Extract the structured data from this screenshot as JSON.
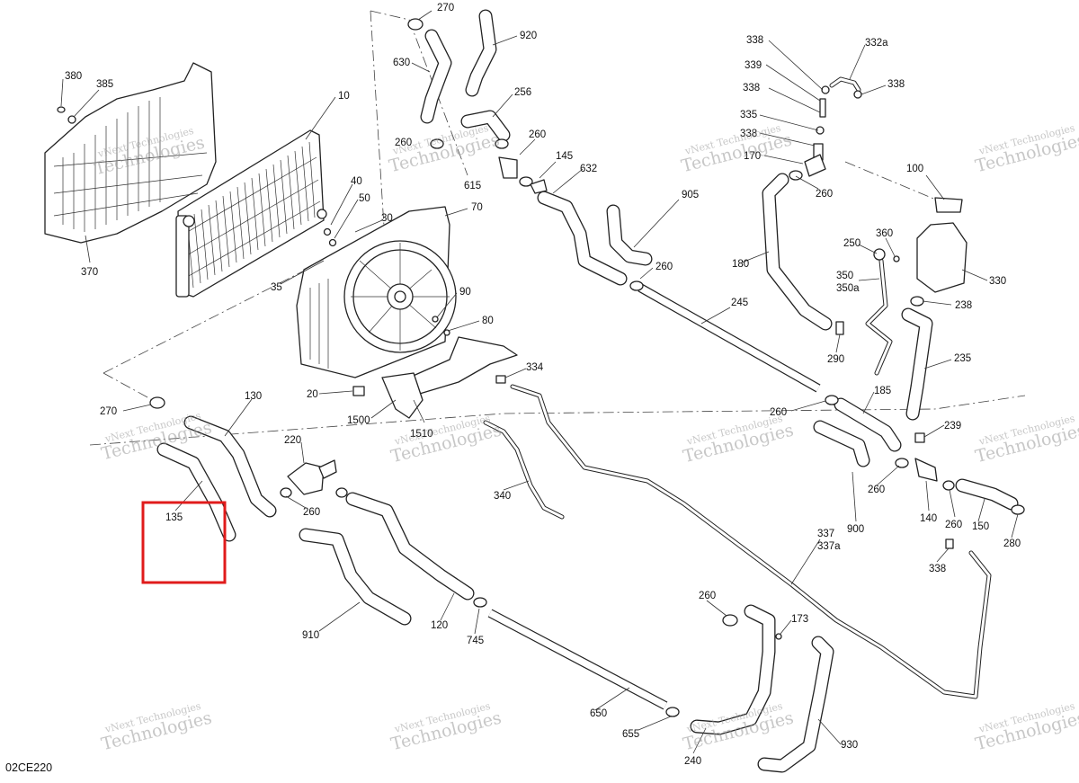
{
  "diagram_code": "02CE220",
  "watermark": {
    "line1": "vNext Technologies",
    "line2": "Technologies"
  },
  "highlight": {
    "part": "135",
    "color": "#e01b1b"
  },
  "callouts": [
    "270",
    "920",
    "630",
    "256",
    "260",
    "615",
    "260",
    "145",
    "632",
    "905",
    "260",
    "245",
    "10",
    "380",
    "385",
    "370",
    "40",
    "50",
    "30",
    "70",
    "35",
    "90",
    "80",
    "334",
    "20",
    "1500",
    "1510",
    "338",
    "332a",
    "339",
    "338",
    "338",
    "335",
    "338",
    "170",
    "260",
    "100",
    "250",
    "360",
    "180",
    "350",
    "350a",
    "330",
    "238",
    "290",
    "235",
    "185",
    "260",
    "270",
    "130",
    "220",
    "260",
    "135",
    "340",
    "239",
    "900",
    "260",
    "140",
    "260",
    "150",
    "280",
    "338",
    "337",
    "337a",
    "910",
    "120",
    "745",
    "260",
    "173",
    "650",
    "655",
    "240",
    "930"
  ]
}
